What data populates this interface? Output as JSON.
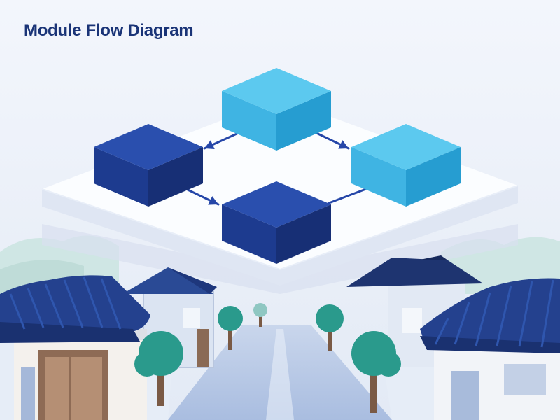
{
  "page": {
    "title": "Module Flow Diagram"
  },
  "palette": {
    "background": "#eef2f9",
    "platform_top": "#fbfdff",
    "platform_side": "#dfe6f3",
    "cube_light_top": "#5cc9ef",
    "cube_light_left": "#3fb4e3",
    "cube_light_right": "#269dd1",
    "cube_dark_top": "#2a4fae",
    "cube_dark_left": "#1d3b8f",
    "cube_dark_right": "#172f75",
    "arrow": "#2546a8",
    "roof": "#24418e",
    "tree": "#2a9a8c",
    "trunk": "#7a5a45"
  },
  "nodes": [
    {
      "id": "module-top",
      "tone": "light"
    },
    {
      "id": "module-left",
      "tone": "dark"
    },
    {
      "id": "module-right",
      "tone": "light"
    },
    {
      "id": "module-bottom",
      "tone": "dark"
    }
  ],
  "edges": [
    {
      "from": "module-top",
      "to": "module-left"
    },
    {
      "from": "module-top",
      "to": "module-right"
    },
    {
      "from": "module-left",
      "to": "module-bottom"
    },
    {
      "from": "module-bottom",
      "to": "module-right"
    }
  ]
}
